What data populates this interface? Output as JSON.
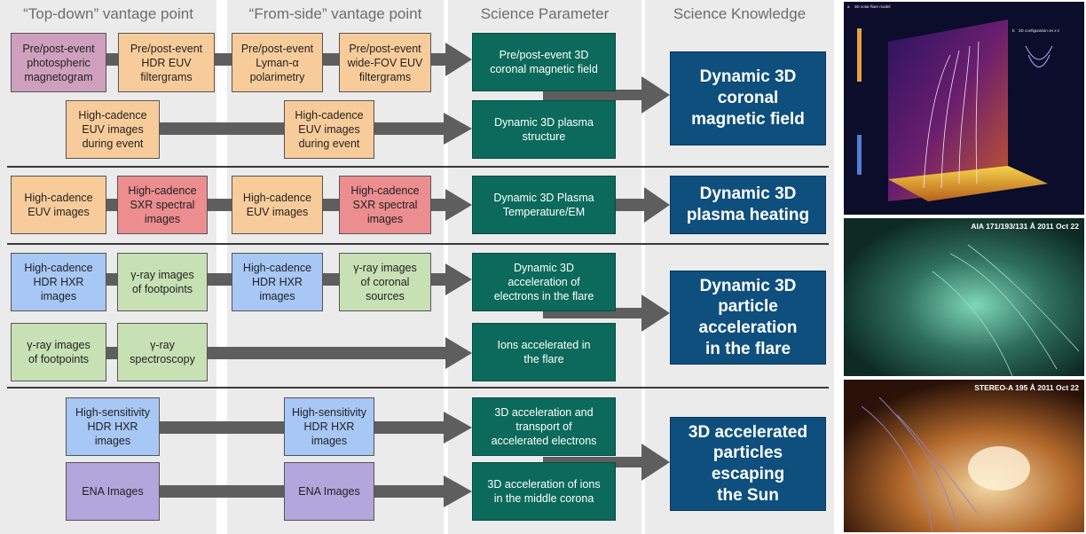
{
  "headers": {
    "top_down": "“Top-down” vantage point",
    "from_side": "“From-side” vantage point",
    "science_parameter": "Science Parameter",
    "science_knowledge": "Science Knowledge"
  },
  "boxes": {
    "magnetogram": "Pre/post-event\nphotospheric\nmagnetogram",
    "hdr_euv_filtergrams": "Pre/post-event\nHDR EUV\nfiltergrams",
    "lyman_polarimetry": "Pre/post-event\nLyman-α\npolarimetry",
    "widefov_euv": "Pre/post-event\nwide-FOV EUV\nfiltergrams",
    "hc_euv_event_top": "High-cadence\nEUV images\nduring event",
    "hc_euv_event_side": "High-cadence\nEUV images\nduring event",
    "hc_euv_top": "High-cadence\nEUV images",
    "hc_sxr_top": "High-cadence\nSXR spectral\nimages",
    "hc_euv_side": "High-cadence\nEUV images",
    "hc_sxr_side": "High-cadence\nSXR spectral\nimages",
    "hc_hxr_top": "High-cadence\nHDR HXR\nimages",
    "gamma_footpoints_top": "γ-ray images\nof footpoints",
    "hc_hxr_side": "High-cadence\nHDR HXR\nimages",
    "gamma_coronal": "γ-ray images\nof coronal\nsources",
    "gamma_footpoints_2": "γ-ray images\nof footpoints",
    "gamma_spectroscopy": "γ-ray\nspectroscopy",
    "hs_hxr_top": "High-sensitivity\nHDR HXR\nimages",
    "hs_hxr_side": "High-sensitivity\nHDR HXR\nimages",
    "ena_top": "ENA Images",
    "ena_side": "ENA Images"
  },
  "parameters": {
    "coronal_field": "Pre/post-event 3D\ncoronal magnetic field",
    "plasma_structure": "Dynamic 3D plasma\nstructure",
    "temperature_em": "Dynamic 3D Plasma\nTemperature/EM",
    "electron_accel": "Dynamic 3D\nacceleration of\nelectrons in the flare",
    "ions_accel": "Ions accelerated in\nthe flare",
    "electron_transport": "3D acceleration and\ntransport of\naccelerated electrons",
    "ion_corona": "3D acceleration of ions\nin the middle corona"
  },
  "knowledge": {
    "field": "Dynamic 3D\ncoronal\nmagnetic field",
    "heating": "Dynamic 3D\nplasma heating",
    "particle": "Dynamic 3D\nparticle\nacceleration\nin the flare",
    "escaping": "3D accelerated\nparticles\nescaping\nthe Sun"
  },
  "images": {
    "model_tag": "a",
    "model_title": "3D solar-flare model",
    "model_b_tag": "b",
    "model_b_title": "2D configuration on x-z",
    "aia_label": "AIA 171/193/131 Å  2011 Oct 22",
    "stereo_label": "STEREO-A 195 Å  2011 Oct 22"
  },
  "colors": {
    "column_bg": "#ebebeb",
    "arrow": "#5e5e5e",
    "parameter_teal": "#0b6a5b",
    "knowledge_blue": "#0e4f7e",
    "pink": "#cfa0bd",
    "orange": "#f8cc9a",
    "red": "#ec8d8f",
    "blue": "#a7c7f5",
    "green": "#c7e1b4",
    "purple": "#b2a6dc"
  }
}
